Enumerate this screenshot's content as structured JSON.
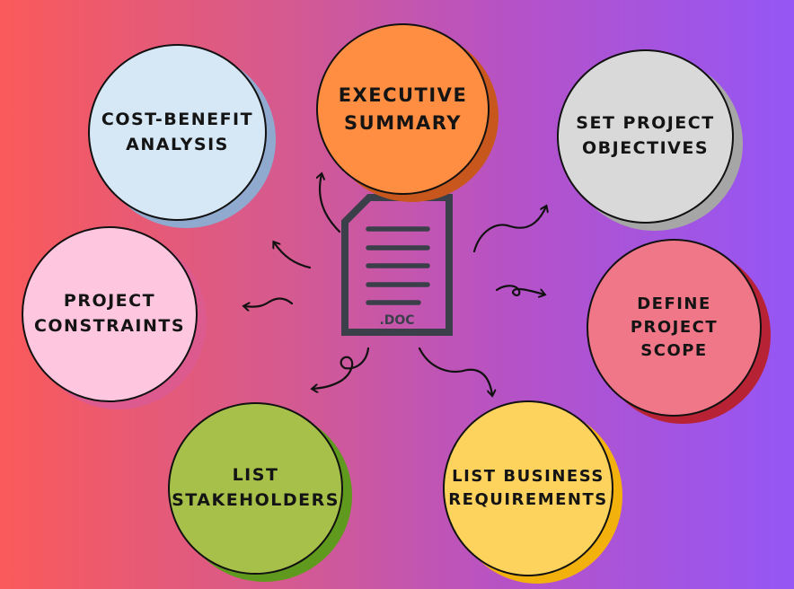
{
  "center": {
    "file_label": ".DOC",
    "icon": "document-icon"
  },
  "nodes": [
    {
      "id": "executive-summary",
      "text": "Executive\nSummary",
      "fill": "#ff8e42",
      "shadow": "#c8571d"
    },
    {
      "id": "cost-benefit-analysis",
      "text": "Cost-Benefit\nAnalysis",
      "fill": "#d6e7f6",
      "shadow": "#8fa9cf"
    },
    {
      "id": "set-project-objectives",
      "text": "Set Project\nObjectives",
      "fill": "#d9d9d9",
      "shadow": "#a6a6a6"
    },
    {
      "id": "project-constraints",
      "text": "Project\nConstraints",
      "fill": "#ffc7df",
      "shadow": "#dd5a8e"
    },
    {
      "id": "define-project-scope",
      "text": "Define\nProject Scope",
      "fill": "#ef7788",
      "shadow": "#b82235"
    },
    {
      "id": "list-stakeholders",
      "text": "List\nStakeholders",
      "fill": "#a6c04a",
      "shadow": "#5f9a1e"
    },
    {
      "id": "list-business-requirements",
      "text": "List Business\nRequirements",
      "fill": "#fdd35e",
      "shadow": "#f2b10c"
    }
  ]
}
